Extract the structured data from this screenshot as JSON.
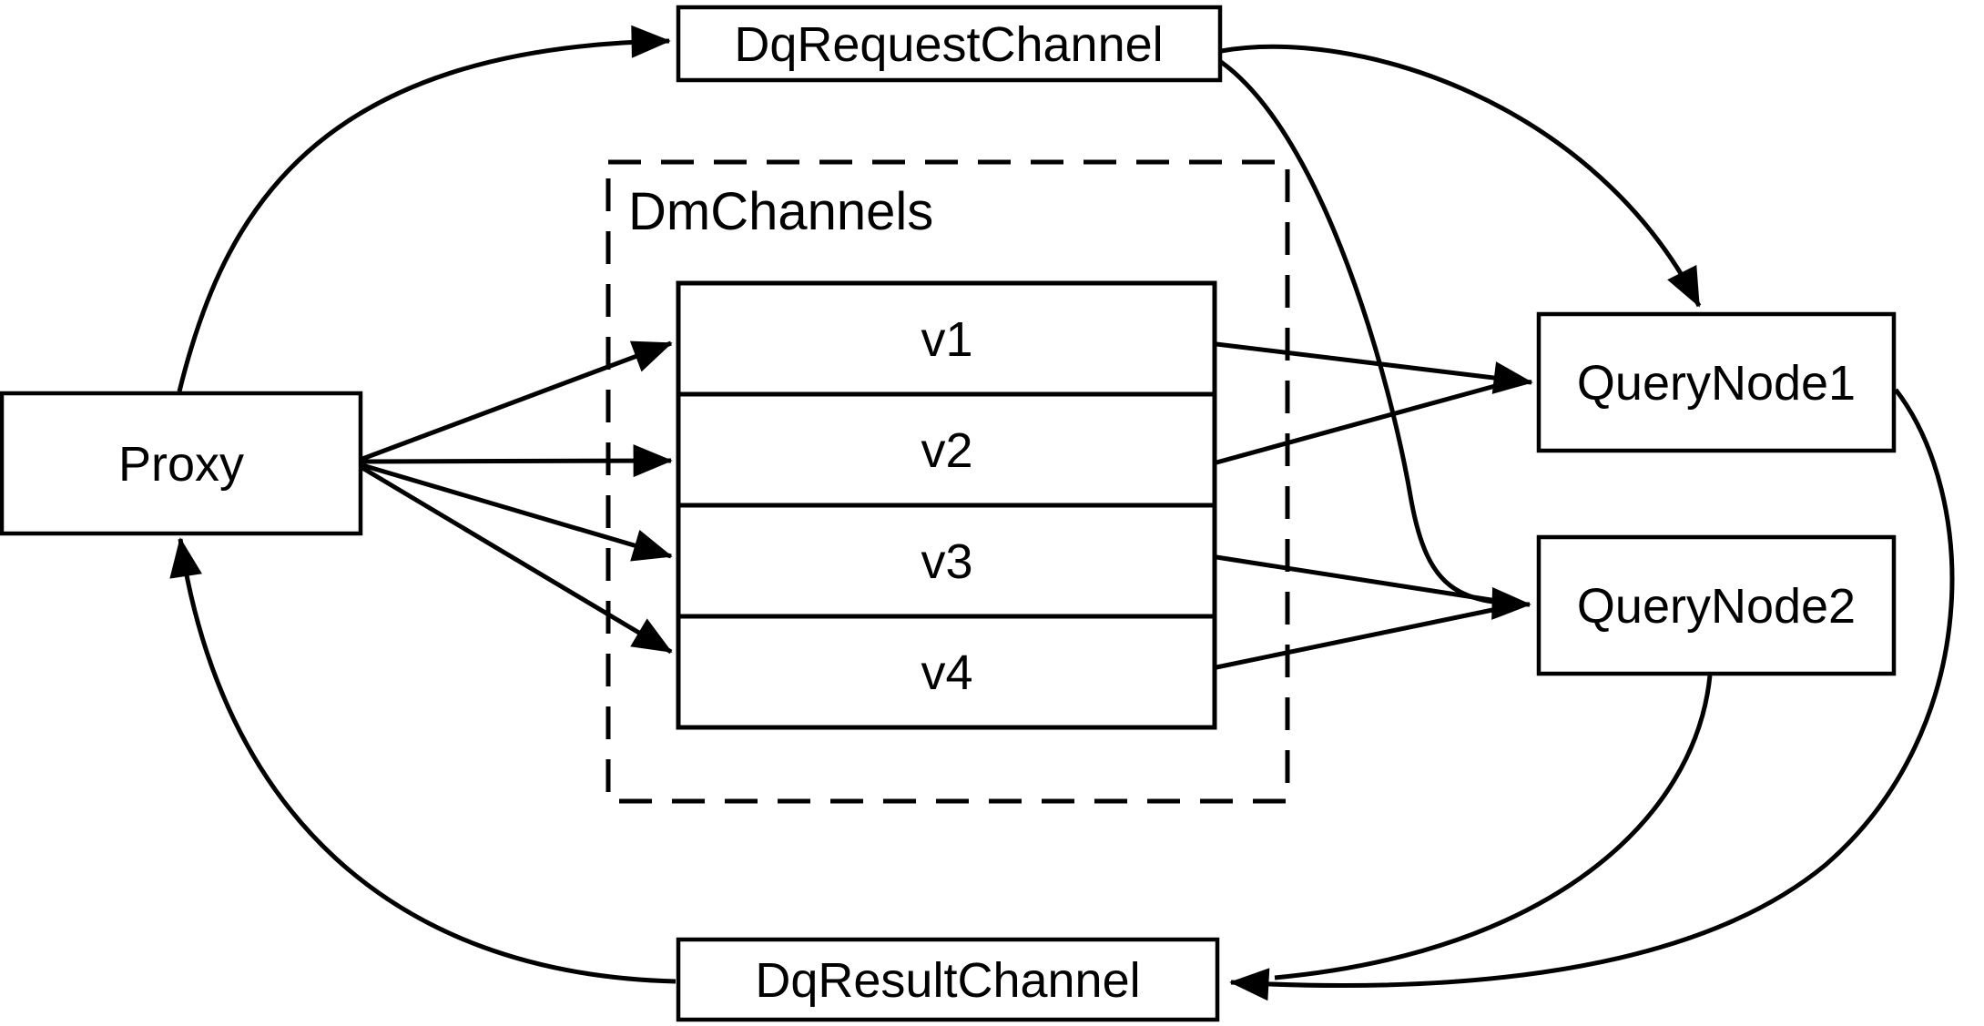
{
  "diagram": {
    "background_color": "#ffffff",
    "stroke_color": "#000000",
    "nodes": {
      "dq_request_channel": {
        "label": "DqRequestChannel"
      },
      "proxy": {
        "label": "Proxy"
      },
      "dm_channels_group": {
        "label": "DmChannels"
      },
      "v1": {
        "label": "v1"
      },
      "v2": {
        "label": "v2"
      },
      "v3": {
        "label": "v3"
      },
      "v4": {
        "label": "v4"
      },
      "query_node_1": {
        "label": "QueryNode1"
      },
      "query_node_2": {
        "label": "QueryNode2"
      },
      "dq_result_channel": {
        "label": "DqResultChannel"
      }
    },
    "edges": [
      {
        "from": "Proxy",
        "to": "DqRequestChannel"
      },
      {
        "from": "Proxy",
        "to": "v1"
      },
      {
        "from": "Proxy",
        "to": "v2"
      },
      {
        "from": "Proxy",
        "to": "v3"
      },
      {
        "from": "Proxy",
        "to": "v4"
      },
      {
        "from": "v1",
        "to": "QueryNode1"
      },
      {
        "from": "v2",
        "to": "QueryNode1"
      },
      {
        "from": "v3",
        "to": "QueryNode2"
      },
      {
        "from": "v4",
        "to": "QueryNode2"
      },
      {
        "from": "DqRequestChannel",
        "to": "QueryNode1"
      },
      {
        "from": "DqRequestChannel",
        "to": "QueryNode2"
      },
      {
        "from": "QueryNode1",
        "to": "DqResultChannel"
      },
      {
        "from": "QueryNode2",
        "to": "DqResultChannel"
      },
      {
        "from": "DqResultChannel",
        "to": "Proxy"
      }
    ]
  }
}
